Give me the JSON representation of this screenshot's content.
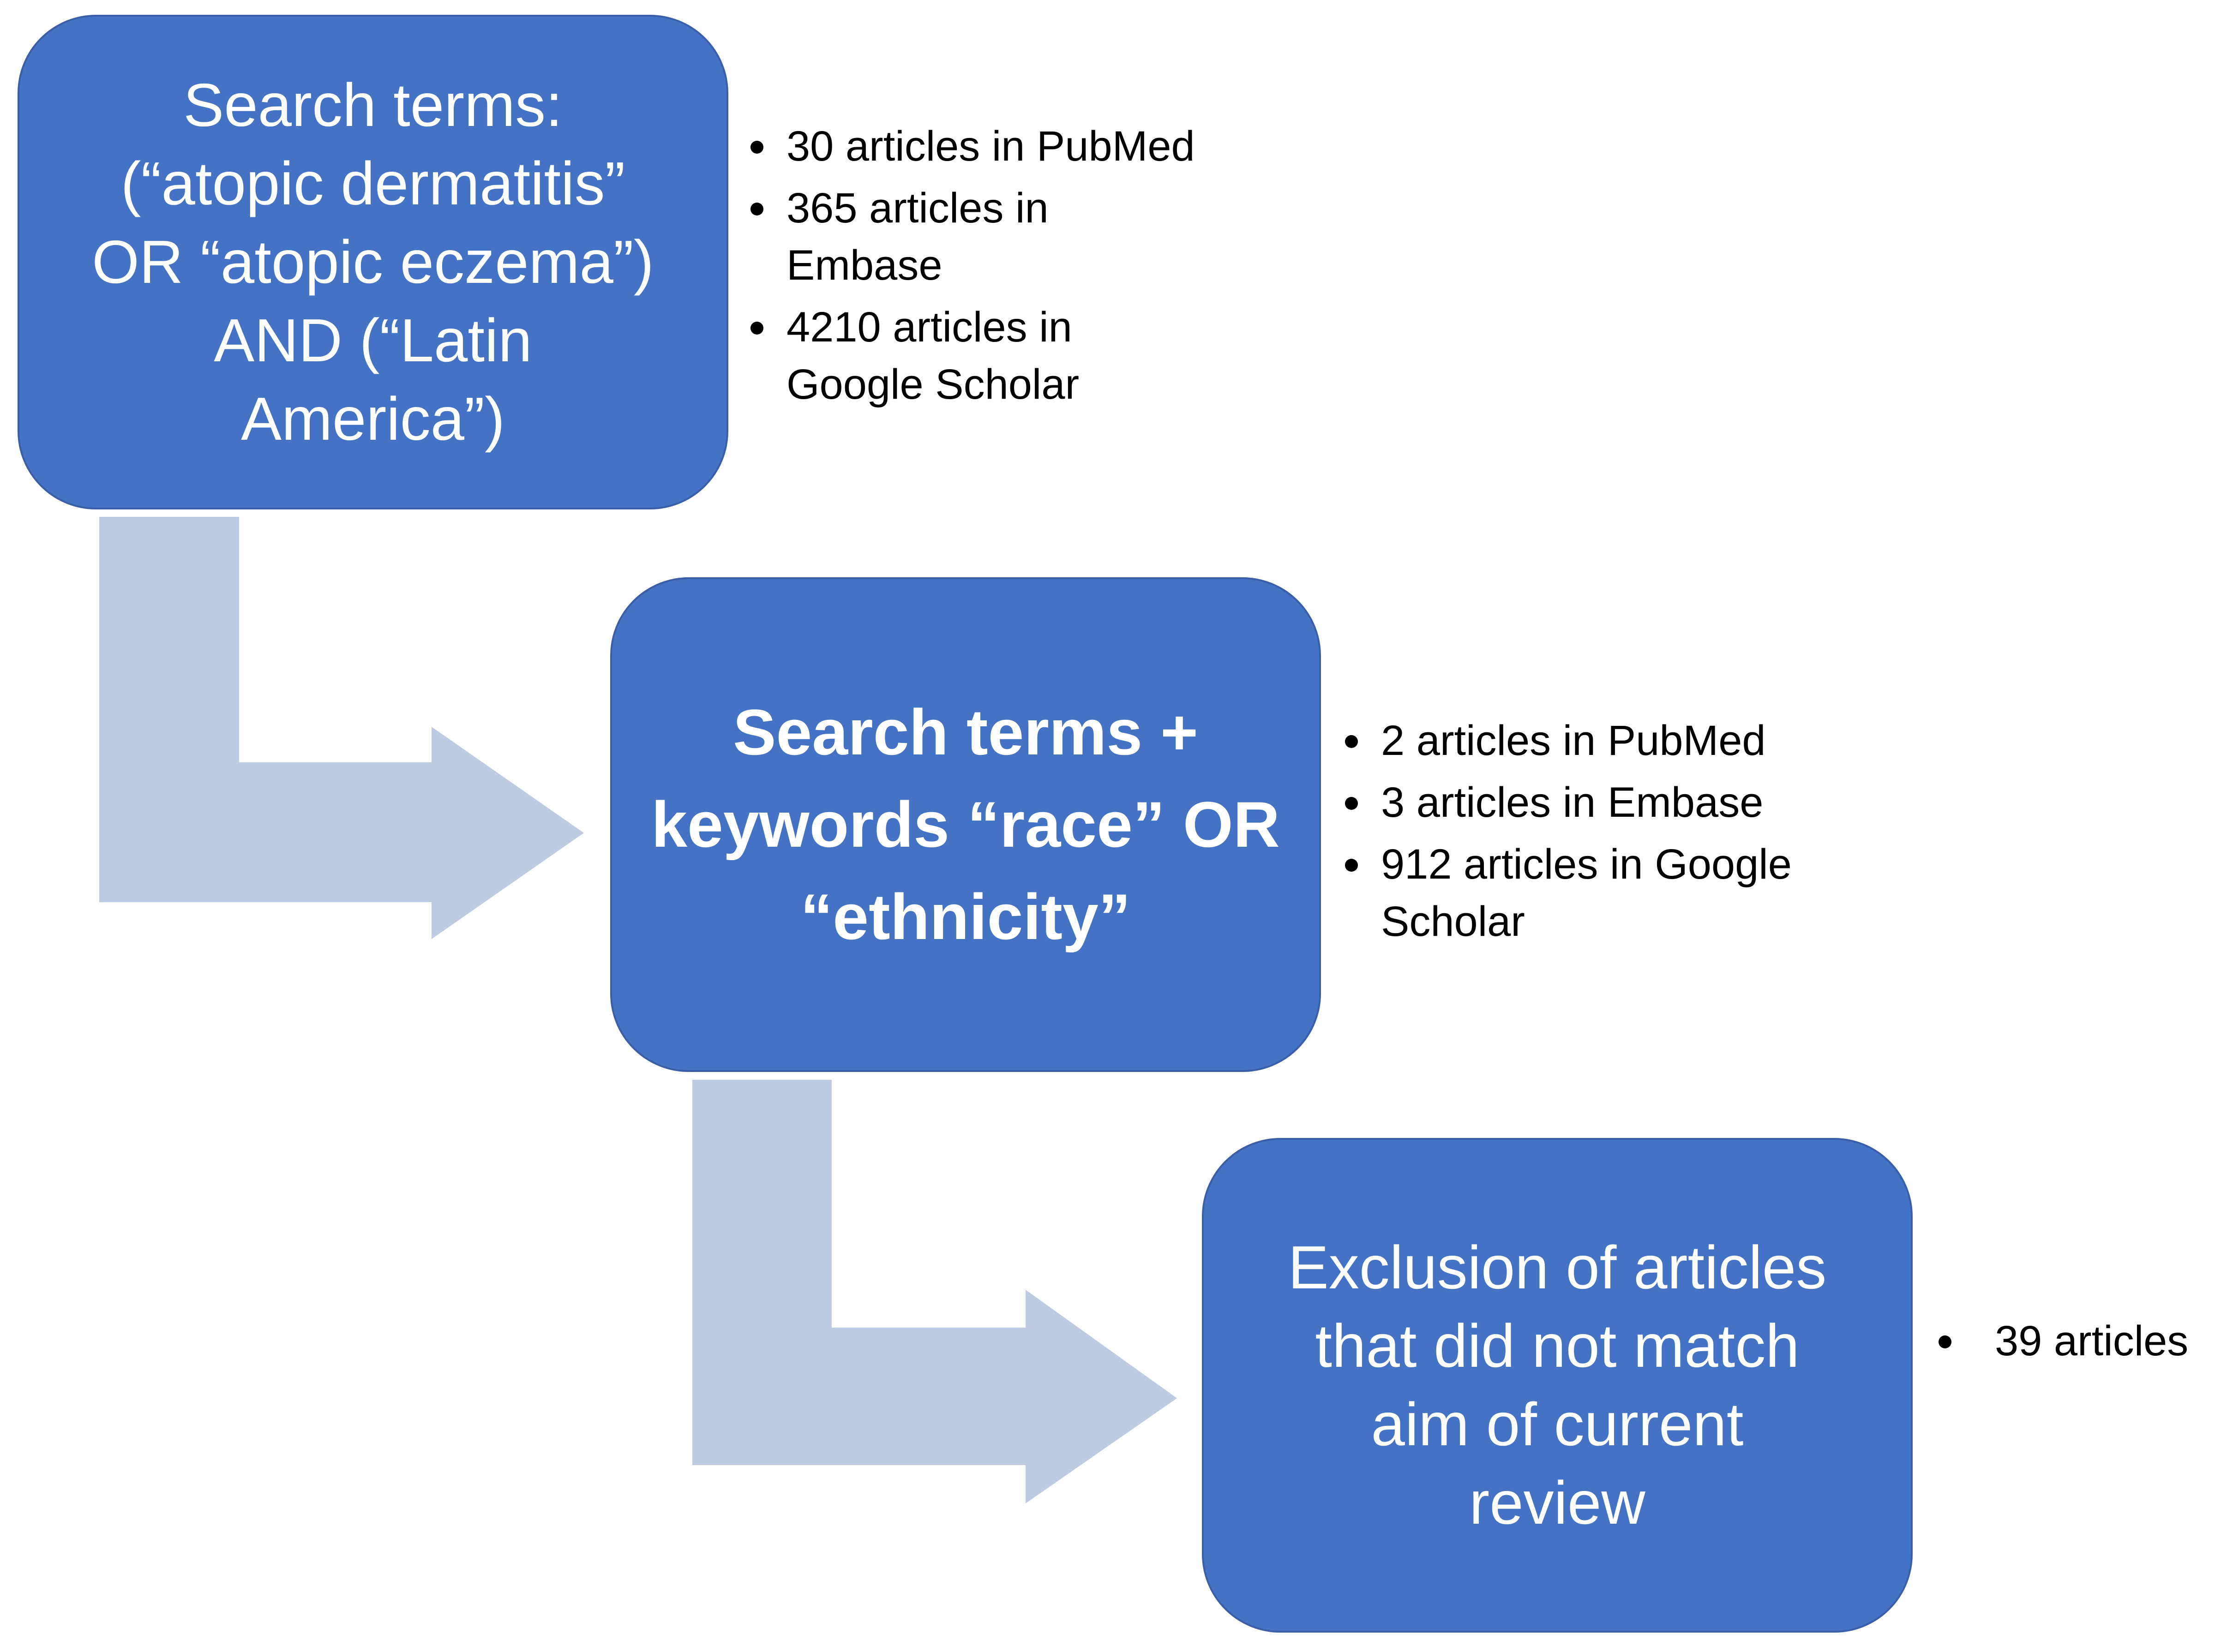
{
  "colors": {
    "box_fill": "#4472c4",
    "arrow_fill": "#bfcae3",
    "box_text": "#ffffff",
    "bullet_text": "#000000"
  },
  "steps": [
    {
      "text": "Search terms:\n(“atopic dermatitis”\nOR “atopic eczema”)\nAND (“Latin\nAmerica”)",
      "results": [
        "30 articles in PubMed",
        "365 articles in\nEmbase",
        "4210 articles in\nGoogle Scholar"
      ]
    },
    {
      "text": "Search terms +\nkeywords “race” OR\n“ethnicity”",
      "results": [
        "2 articles in PubMed",
        "3 articles in Embase",
        "912 articles in Google\nScholar"
      ]
    },
    {
      "text": "Exclusion of articles\nthat did not match\naim of current\nreview",
      "results": [
        "39 articles"
      ]
    }
  ],
  "connector_icon": "bent-arrow-icon"
}
